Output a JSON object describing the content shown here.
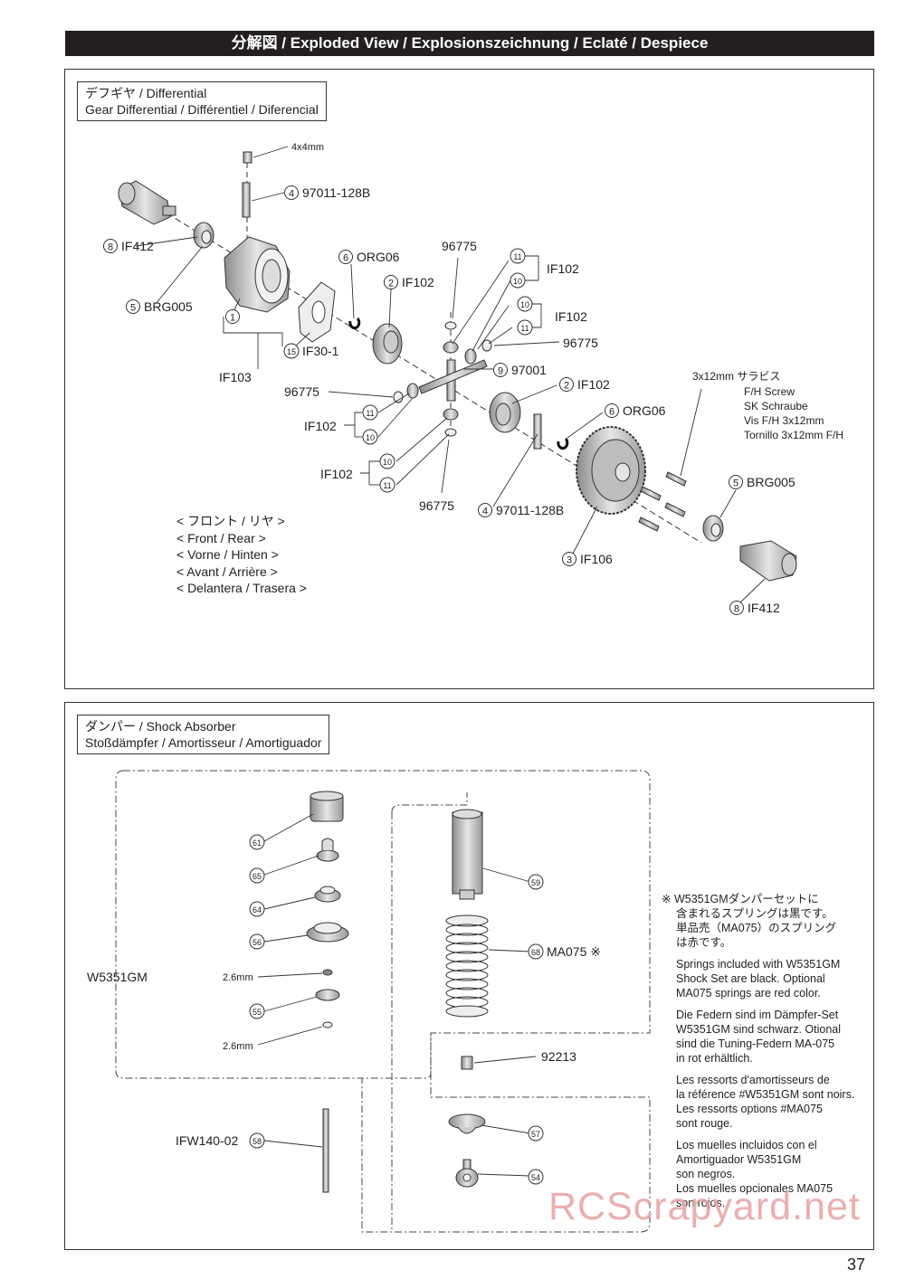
{
  "header": {
    "title": "分解図 / Exploded View / Explosionszeichnung / Eclaté / Despiece"
  },
  "differential": {
    "title_line1": "デフギヤ / Differential",
    "title_line2": "Gear Differential / Différentiel / Diferencial",
    "front_rear": [
      "< フロント / リヤ >",
      "< Front / Rear >",
      "< Vorne / Hinten >",
      "< Avant / Arrière >",
      "< Delantera / Trasera >"
    ],
    "labels": {
      "size_4x4": "4x4mm",
      "p97011a": "97011-128B",
      "if412a": "IF412",
      "brg005a": "BRG005",
      "if103": "IF103",
      "if30": "IF30-1",
      "org06a": "ORG06",
      "if102a": "IF102",
      "w96775a": "96775",
      "if102b": "IF102",
      "if102c": "IF102",
      "w96775b": "96775",
      "p97001": "97001",
      "w96775c": "96775",
      "if102d": "IF102",
      "if102e": "IF102",
      "if102f": "IF102",
      "w96775d": "96775",
      "org06b": "ORG06",
      "p97011b": "97011-128B",
      "if106": "IF106",
      "brg005b": "BRG005",
      "if412b": "IF412"
    },
    "screw_note": [
      "3x12mm サラビス",
      "F/H Screw",
      "SK Schraube",
      "Vis F/H 3x12mm",
      "Tornillo 3x12mm F/H"
    ]
  },
  "shock": {
    "title_line1": "ダンパー / Shock Absorber",
    "title_line2": "Stoßdämpfer / Amortisseur / Amortiguador",
    "labels": {
      "w5351": "W5351GM",
      "size_a": "2.6mm",
      "size_b": "2.6mm",
      "ifw": "IFW140-02",
      "ma075": "MA075 ※",
      "p92213": "92213"
    },
    "circled": [
      "61",
      "65",
      "64",
      "56",
      "55",
      "58",
      "59",
      "68",
      "57",
      "54"
    ],
    "note": {
      "jp": [
        "※ W5351GMダンパーセットに",
        "含まれるスプリングは黒です。",
        "単品売（MA075）のスプリング",
        "は赤です。"
      ],
      "en": [
        "Springs included with W5351GM",
        "Shock Set are black. Optional",
        "MA075 springs are red color."
      ],
      "de": [
        "Die Federn sind im Dämpfer-Set",
        "W5351GM sind schwarz. Otional",
        "sind die Tuning-Federn MA-075",
        "in rot erhältlich."
      ],
      "fr": [
        "Les ressorts d'amortisseurs de",
        "la référence #W5351GM sont noirs.",
        "Les ressorts options #MA075",
        "sont rouge."
      ],
      "es": [
        "Los muelles incluidos con el",
        "Amortiguador W5351GM",
        "son negros.",
        "Los muelles opcionales MA075",
        "son rojos."
      ]
    }
  },
  "watermark": "RCScrapyard.net",
  "page_number": "37"
}
